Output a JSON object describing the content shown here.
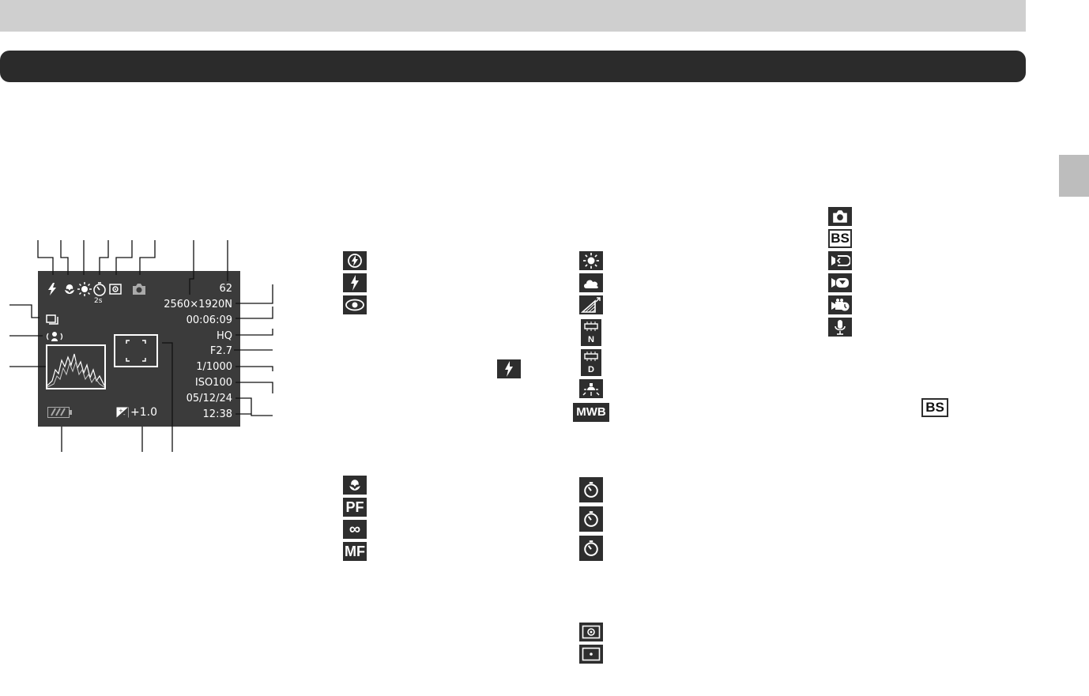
{
  "lcd": {
    "shots_remaining": "62",
    "image_size": "2560×1920N",
    "movie_time": "00:06:09",
    "quality": "HQ",
    "aperture": "F2.7",
    "shutter_speed": "1/1000",
    "iso": "ISO100",
    "date": "05/12/24",
    "time": "12:38",
    "ev_value": "+1.0",
    "self_timer_label": "2s"
  },
  "icons": {
    "flash_mode": [
      "auto-flash-off-icon",
      "flash-on-icon",
      "red-eye-icon"
    ],
    "flash_inline": "flash-on-icon",
    "white_balance": [
      "sun-icon",
      "cloud-icon",
      "shade-icon",
      "fluorescent-n-icon",
      "fluorescent-d-icon",
      "tungsten-icon",
      "MWB"
    ],
    "record_modes": [
      "camera-icon",
      "BS",
      "movie-past-icon",
      "movie-short-icon",
      "movie-icon",
      "microphone-icon"
    ],
    "bs_inline": "BS",
    "focus_modes": [
      "macro-icon",
      "PF",
      "∞",
      "MF"
    ],
    "self_timer": [
      "self-timer-icon",
      "self-timer-icon",
      "self-timer-icon"
    ],
    "metering": [
      "center-weighted-icon",
      "spot-icon"
    ]
  },
  "colors": {
    "lcd_background": "#3b3b3b",
    "icon_background": "#2e2e2e",
    "title_bar": "#2b2b2b",
    "top_band": "#cfcfcf"
  }
}
